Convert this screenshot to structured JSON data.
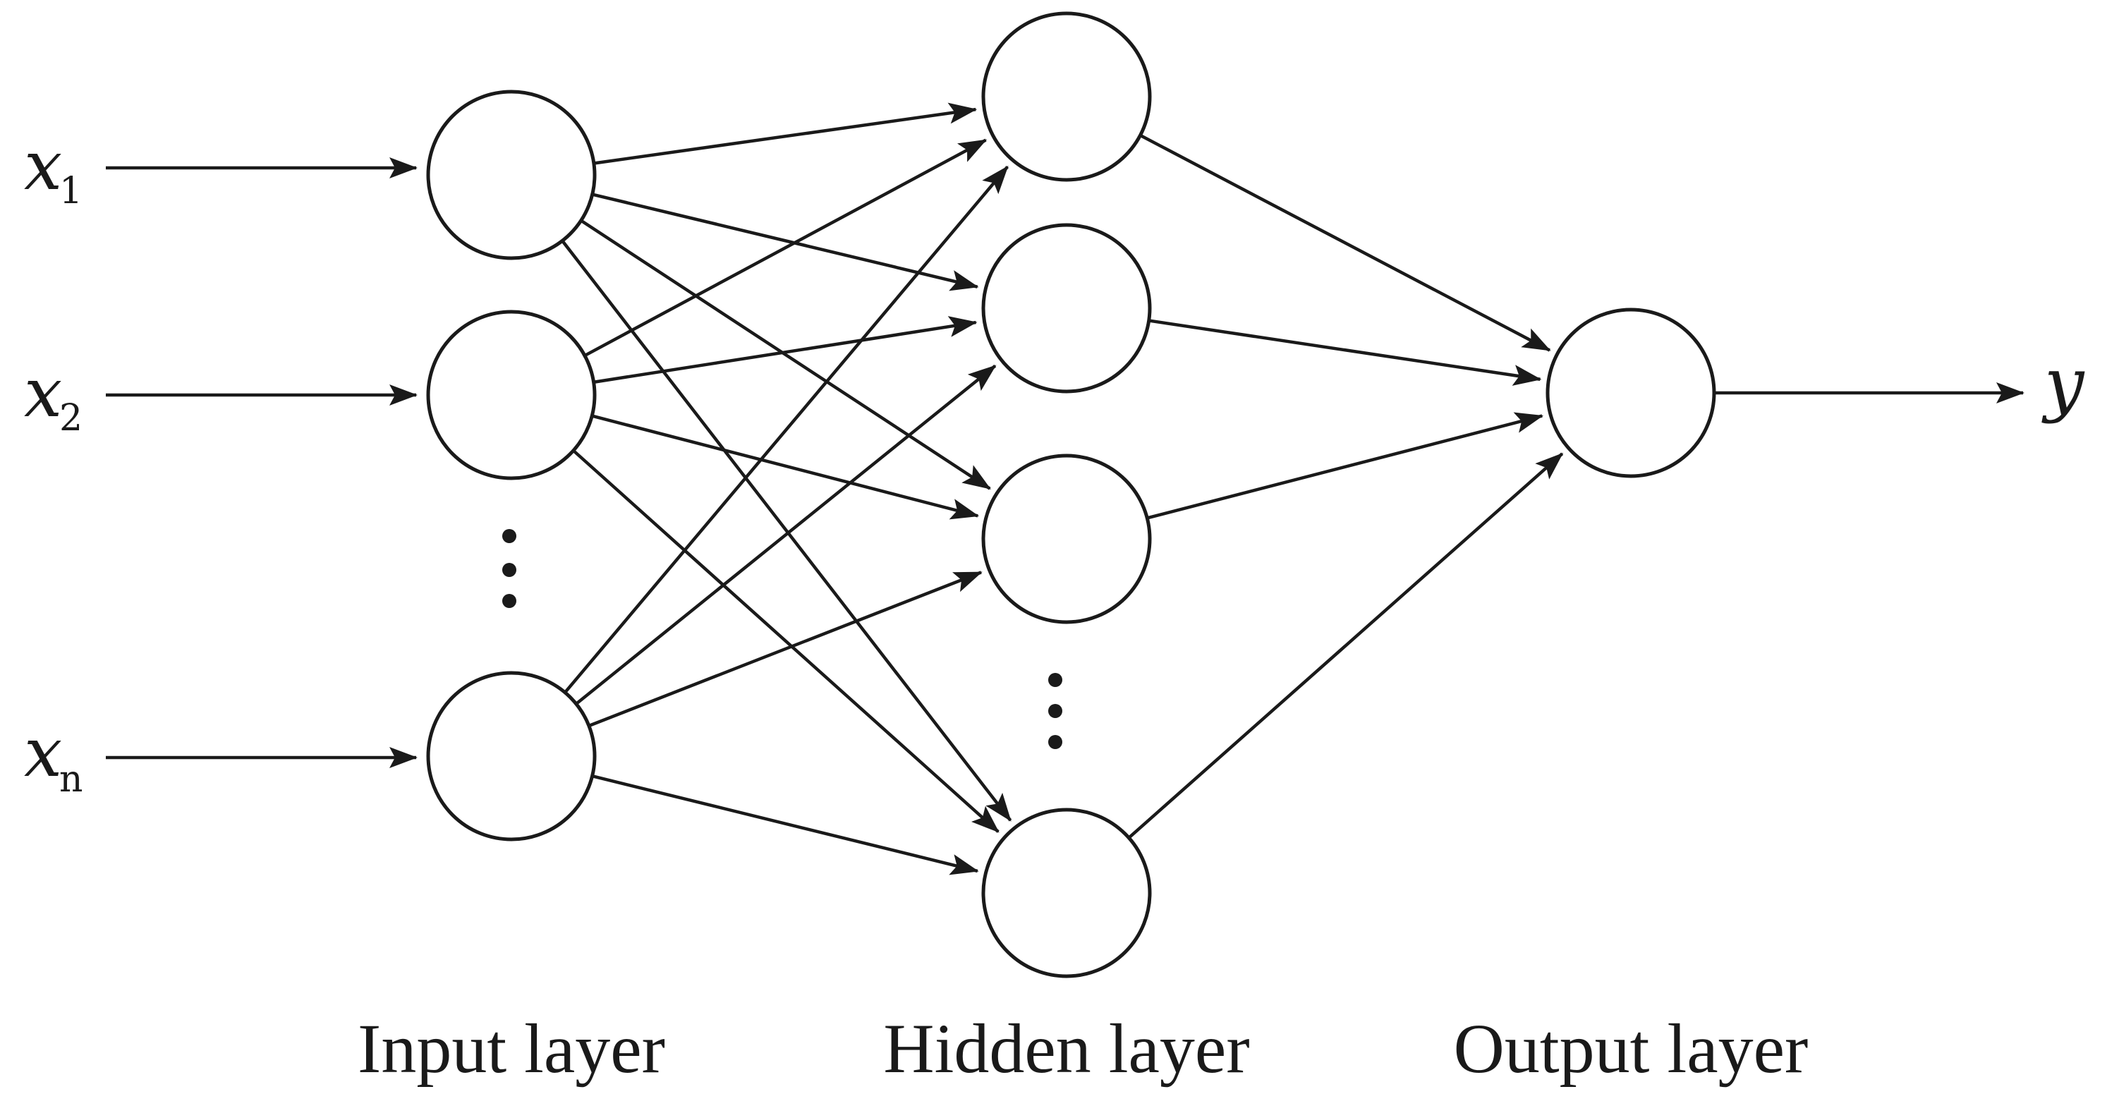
{
  "inputs": [
    {
      "var": "x",
      "sub": "1"
    },
    {
      "var": "x",
      "sub": "2"
    },
    {
      "var": "x",
      "sub": "n"
    }
  ],
  "output": {
    "var": "y"
  },
  "layers": {
    "input": "Input layer",
    "hidden": "Hidden layer",
    "output": "Output layer"
  },
  "colors": {
    "stroke": "#1a1a1a",
    "background": "#ffffff"
  }
}
